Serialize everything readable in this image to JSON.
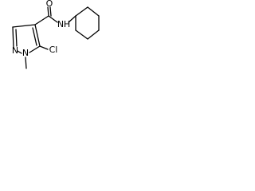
{
  "molecule": {
    "atoms": {
      "n1": "N",
      "n2": "N",
      "o": "O",
      "amide_n": "N",
      "amide_h": "H",
      "cl": "Cl"
    },
    "methyl_substituent": "methyl",
    "colors": {
      "bond": "#000000",
      "background": "#ffffff"
    }
  }
}
